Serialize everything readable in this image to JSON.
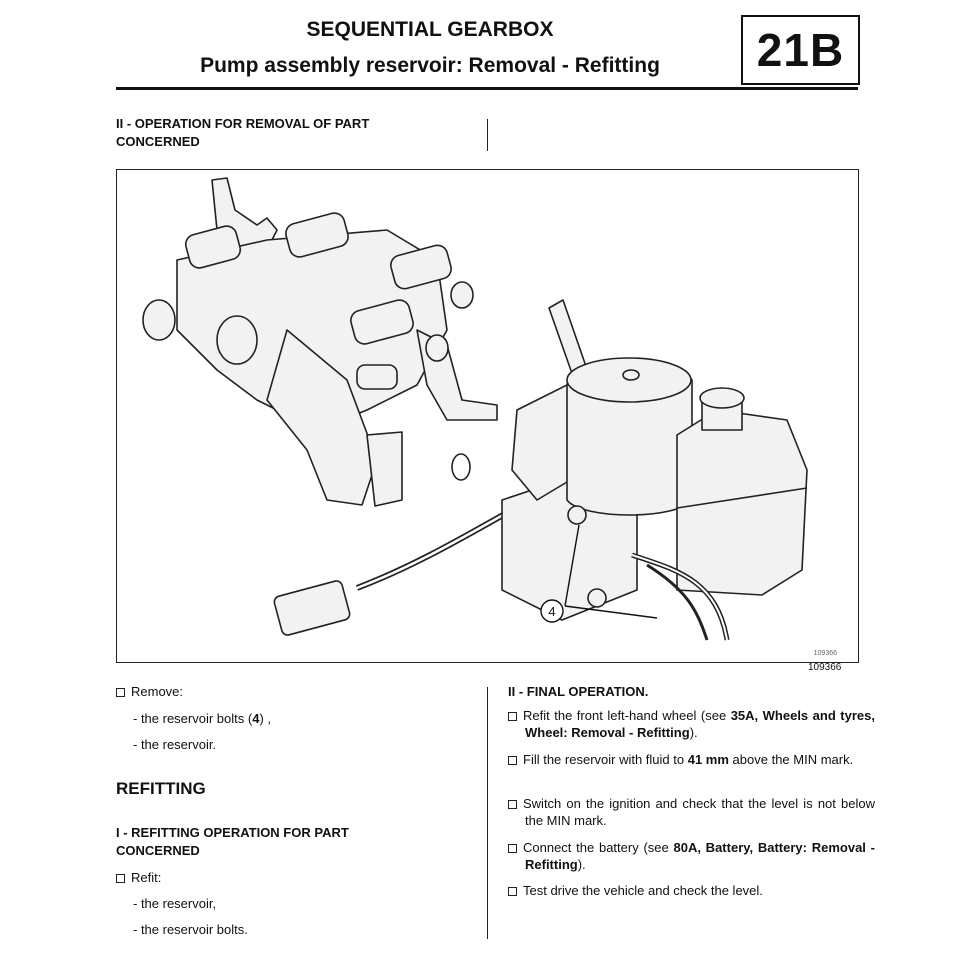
{
  "header": {
    "title": "SEQUENTIAL GEARBOX",
    "subtitle": "Pump assembly reservoir: Removal - Refitting",
    "section_badge": "21B"
  },
  "left": {
    "removal_heading": "II - OPERATION FOR REMOVAL OF PART CONCERNED",
    "remove_label": "Remove:",
    "remove_item1_prefix": "- the reservoir bolts (",
    "remove_item1_ref": "4",
    "remove_item1_suffix": ") ,",
    "remove_item2": "- the reservoir.",
    "refitting_heading": "REFITTING",
    "refit_op_heading": "I - REFITTING OPERATION FOR PART CONCERNED",
    "refit_label": "Refit:",
    "refit_item1": "- the reservoir,",
    "refit_item2": "- the reservoir bolts."
  },
  "figure": {
    "callout_label": "4",
    "image_ref_inner": "109366",
    "image_ref": "109366"
  },
  "right": {
    "final_heading": "II - FINAL OPERATION.",
    "steps": [
      {
        "pre": "Refit the front left-hand wheel (see ",
        "bold": "35A, Wheels and tyres, Wheel: Removal - Refitting",
        "post": ")."
      },
      {
        "pre": "Fill the reservoir with fluid to ",
        "bold": "41 mm",
        "post": " above the MIN mark."
      },
      {
        "pre": "Switch on the ignition and check that the level is not below the MIN mark.",
        "bold": "",
        "post": ""
      },
      {
        "pre": "Connect the battery (see ",
        "bold": "80A, Battery, Battery: Removal - Refitting",
        "post": ")."
      },
      {
        "pre": "Test drive the vehicle and check the level.",
        "bold": "",
        "post": ""
      }
    ]
  }
}
